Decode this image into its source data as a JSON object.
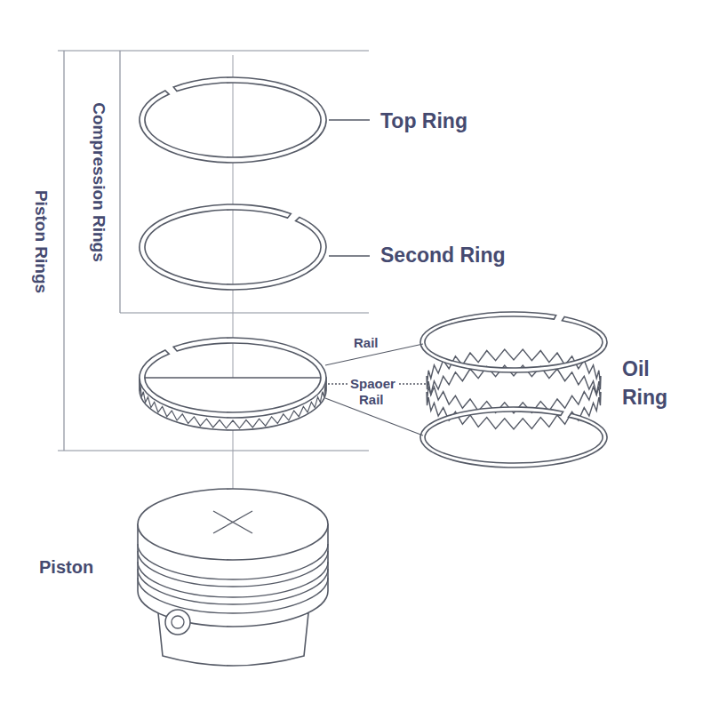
{
  "diagram": {
    "labels": [
      "Compression Rings",
      "Piston Rings",
      "Top Ring",
      "Second Ring",
      "Rail",
      "Spaoer",
      "Rail",
      "Oil Ring",
      "Piston"
    ]
  }
}
